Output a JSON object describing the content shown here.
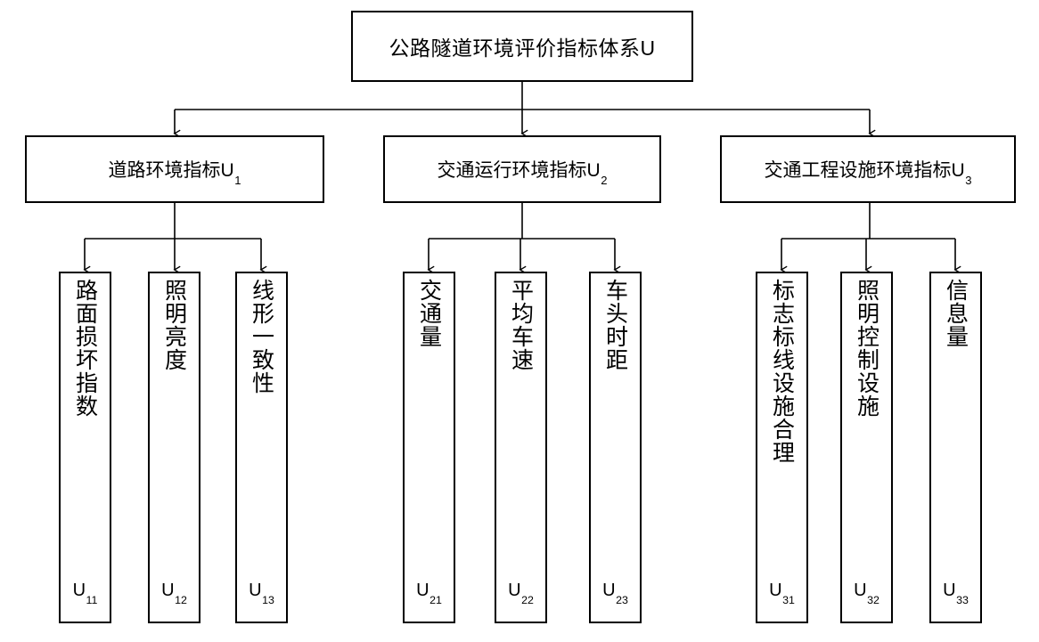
{
  "diagram": {
    "title": "公路隧道环境评价指标体系U",
    "root": {
      "label": "公路隧道环境评价指标体系U"
    },
    "groups": [
      {
        "label_main": "道路环境指标U",
        "label_sub": "1",
        "code": "U1",
        "leaves": [
          {
            "text": "路面损坏指数",
            "code_main": "U",
            "code_sub": "11"
          },
          {
            "text": "照明亮度",
            "code_main": "U",
            "code_sub": "12"
          },
          {
            "text": "线形一致性",
            "code_main": "U",
            "code_sub": "13"
          }
        ]
      },
      {
        "label_main": "交通运行环境指标U",
        "label_sub": "2",
        "code": "U2",
        "leaves": [
          {
            "text": "交通量",
            "code_main": "U",
            "code_sub": "21"
          },
          {
            "text": "平均车速",
            "code_main": "U",
            "code_sub": "22"
          },
          {
            "text": "车头时距",
            "code_main": "U",
            "code_sub": "23"
          }
        ]
      },
      {
        "label_main": "交通工程设施环境指标U",
        "label_sub": "3",
        "code": "U3",
        "leaves": [
          {
            "text": "标志标线设施合理",
            "code_main": "U",
            "code_sub": "31"
          },
          {
            "text": "照明控制设施",
            "code_main": "U",
            "code_sub": "32"
          },
          {
            "text": "信息量",
            "code_main": "U",
            "code_sub": "33"
          }
        ]
      }
    ],
    "colors": {
      "line": "#000000",
      "box_border": "#000000",
      "box_fill": "#ffffff",
      "text": "#000000",
      "background": "#ffffff"
    }
  }
}
